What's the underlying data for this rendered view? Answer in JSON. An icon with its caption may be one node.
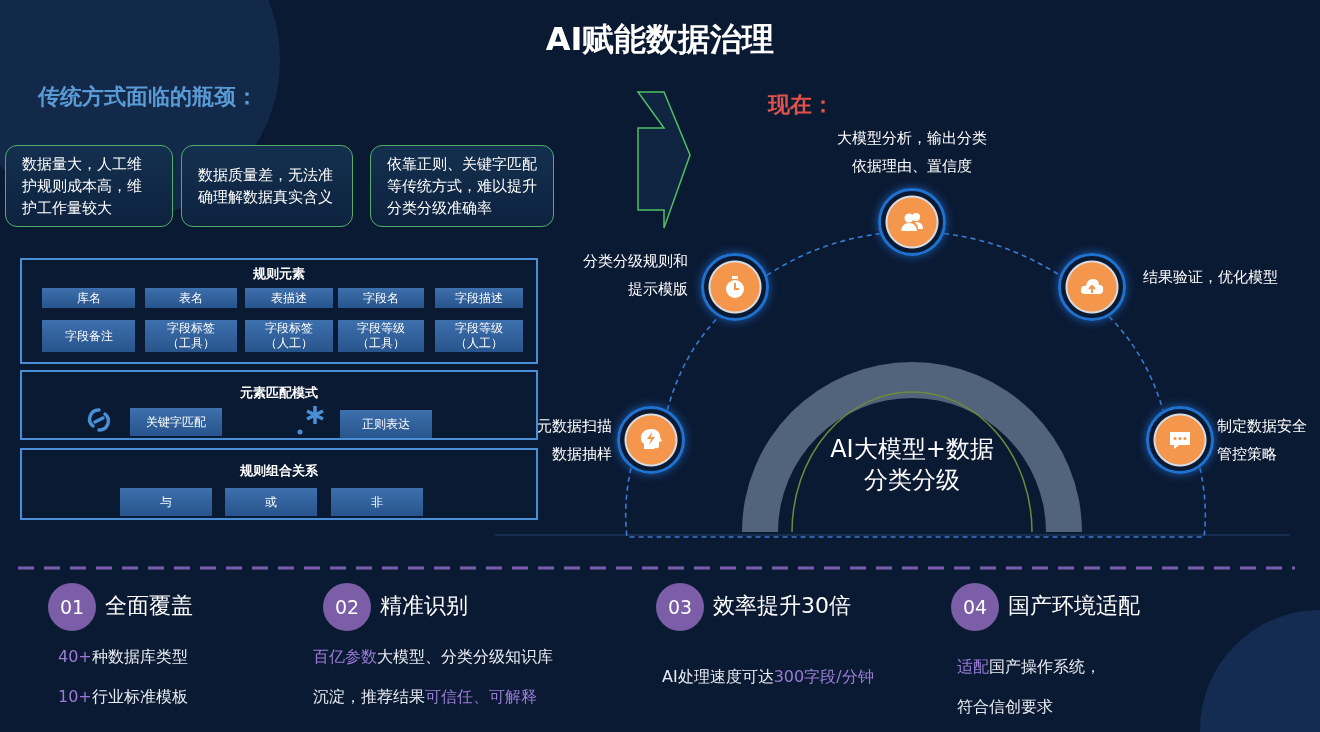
{
  "diagram": {
    "title": "AI赋能数据治理",
    "nodes": [
      {
        "text": [
          "数据量大，人工维护规则成本高，维护工作量较大"
        ]
      },
      {
        "text": [
          "数据质量差，无法准确理解数据真实含义"
        ]
      },
      {
        "text": [
          "依靠正则、关键字匹配等传统方式，难以提升分类分级准确率"
        ]
      },
      {
        "text": [
          "规则元素"
        ]
      },
      {
        "text": [
          "库名"
        ],
        "in": 3
      },
      {
        "text": [
          "表名"
        ],
        "in": 3
      },
      {
        "text": [
          "表描述"
        ],
        "in": 3
      },
      {
        "text": [
          "字段名"
        ],
        "in": 3
      },
      {
        "text": [
          "字段描述"
        ],
        "in": 3
      },
      {
        "text": [
          "字段备注"
        ],
        "in": 3
      },
      {
        "text": [
          "字段标签（工具）"
        ],
        "in": 3
      },
      {
        "text": [
          "字段标签（人工）"
        ],
        "in": 3
      },
      {
        "text": [
          "字段等级（工具）"
        ],
        "in": 3
      },
      {
        "text": [
          "字段等级（人工）"
        ],
        "in": 3
      },
      {
        "text": [
          "元素匹配模式"
        ]
      },
      {
        "text": [
          "关键字匹配"
        ],
        "in": 14
      },
      {
        "text": [
          "正则表达"
        ],
        "in": 14
      },
      {
        "text": [
          "规则组合关系"
        ]
      },
      {
        "text": [
          "与"
        ],
        "in": 17
      },
      {
        "text": [
          "或"
        ],
        "in": 17
      },
      {
        "text": [
          "非"
        ],
        "in": 17
      },
      {
        "text": [],
        "shape": "circle",
        "beside": [
          "元数据扫描数据抽样"
        ]
      },
      {
        "text": [],
        "shape": "circle",
        "beside": [
          "分类分级规则和提示模版"
        ]
      },
      {
        "text": [],
        "shape": "circle",
        "beside": [
          "大模型分析，输出分类依据理由、置信度"
        ]
      },
      {
        "text": [],
        "shape": "circle",
        "beside": [
          "结果验证，优化模型"
        ]
      },
      {
        "text": [],
        "shape": "circle",
        "beside": [
          "制定数据安全管控策略"
        ]
      },
      {
        "text": [
          "AI大模型+数据分类分级"
        ]
      },
      {
        "text": [
          "01"
        ],
        "beside": [
          "全面覆盖"
        ]
      },
      {
        "text": [
          "02"
        ],
        "beside": [
          "精准识别"
        ]
      },
      {
        "text": [
          "03"
        ],
        "beside": [
          "效率提升30倍"
        ]
      },
      {
        "text": [
          "04"
        ],
        "beside": [
          "国产环境适配"
        ]
      }
    ],
    "edges": [
      {
        "from": 21,
        "to": 22,
        "arrow": "none",
        "style": "dashed"
      },
      {
        "from": 22,
        "to": 23,
        "arrow": "none",
        "style": "dashed"
      },
      {
        "from": 23,
        "to": 24,
        "arrow": "none",
        "style": "dashed"
      },
      {
        "from": 24,
        "to": 25,
        "arrow": "none",
        "style": "dashed"
      },
      {
        "from": 21,
        "to": 25,
        "arrow": "none",
        "style": "dashed"
      }
    ],
    "labels": [
      "传统方式面临的瓶颈：",
      "现在：",
      "**40+**种数据库类型",
      "**10+**行业标准模板",
      "**百亿参数**大模型、分类分级知识库沉淀，推荐结果**可信任、可解释**",
      "AI处理速度可达**300字段/分钟**",
      "**适配**国产操作系统，符合信创要求"
    ]
  }
}
